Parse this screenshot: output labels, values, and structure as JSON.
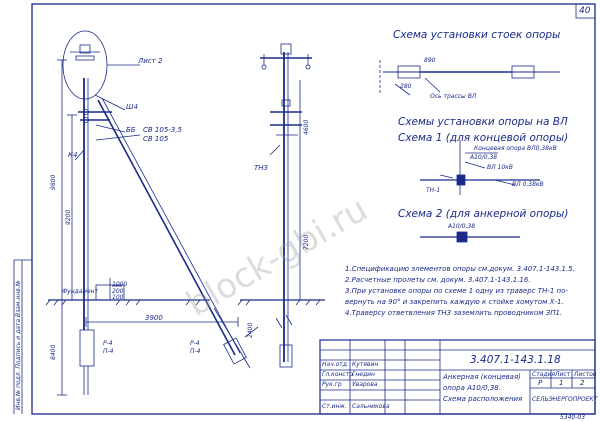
{
  "sheet": {
    "page_number": "40",
    "watermark": "block-gbi.ru",
    "corner_code": "5340-03"
  },
  "left_drawing": {
    "sheet_ref": "Лист 2",
    "labels": [
      "Ш4",
      "ББ",
      "СВ 105-3,5",
      "СВ 105",
      "К4",
      "Фундамент",
      "Р-4",
      "П-4",
      "Р-4",
      "П-4"
    ],
    "dims": [
      "9800",
      "9200",
      "8400",
      "3900",
      "2400",
      "1000",
      "200",
      "100"
    ]
  },
  "middle_drawing": {
    "label": "ТН3",
    "dims": [
      "7200",
      "4600"
    ]
  },
  "right_top": {
    "title": "Схема установки стоек опоры",
    "route_label": "Ось трассы ВЛ",
    "dims": [
      "890",
      "280"
    ]
  },
  "right_middle": {
    "title": "Схемы установки опоры на ВЛ",
    "scheme1_title": "Схема 1 (для концевой опоры)",
    "scheme1_labels": [
      "Концевая опора  ВЛ0,38кВ",
      "А10/0,38",
      "ВЛ 10кВ",
      "ТН-1",
      "ВЛ 0,38кВ"
    ],
    "scheme2_title": "Схема 2 (для анкерной опоры)",
    "scheme2_label": "А10/0,38"
  },
  "notes": [
    "1.Спецификацию элементов опоры см.докум. 3.407.1-143.1.5.",
    "2.Расчетные пролеты см. докум. 3.407.1-143.1.16.",
    "3.При установке опоры по схеме 1 одну из траверс ТН-1 по-",
    "вернуть на 90° и закрепить каждую к стойке хомутом Х-1.",
    "4.Траверсу ответвления ТН3 заземлить проводником ЗП1."
  ],
  "title_block": {
    "code": "3.407.1-143.1.18",
    "title_lines": [
      "Анкерная (концевая)",
      "опора  А10/0,38.",
      "Схема расположения"
    ],
    "stage_header": "Стадия",
    "sheet_header": "Лист",
    "sheets_header": "Листов",
    "stage": "Р",
    "sheet": "1",
    "sheets": "2",
    "org": "СЕЛЬЭНЕРГОПРОЕКТ",
    "rows": [
      {
        "role": "Нач.отд.",
        "name": "Кутявин"
      },
      {
        "role": "Гл.констр.",
        "name": "Гнедин"
      },
      {
        "role": "Рук.гр",
        "name": "Уварова"
      },
      {
        "role": "",
        "name": ""
      },
      {
        "role": "Ст.инж.",
        "name": "Сальникова"
      }
    ],
    "side_stamp": "Инв.№ подл.  Подпись и дата  Взам.инв.№"
  }
}
